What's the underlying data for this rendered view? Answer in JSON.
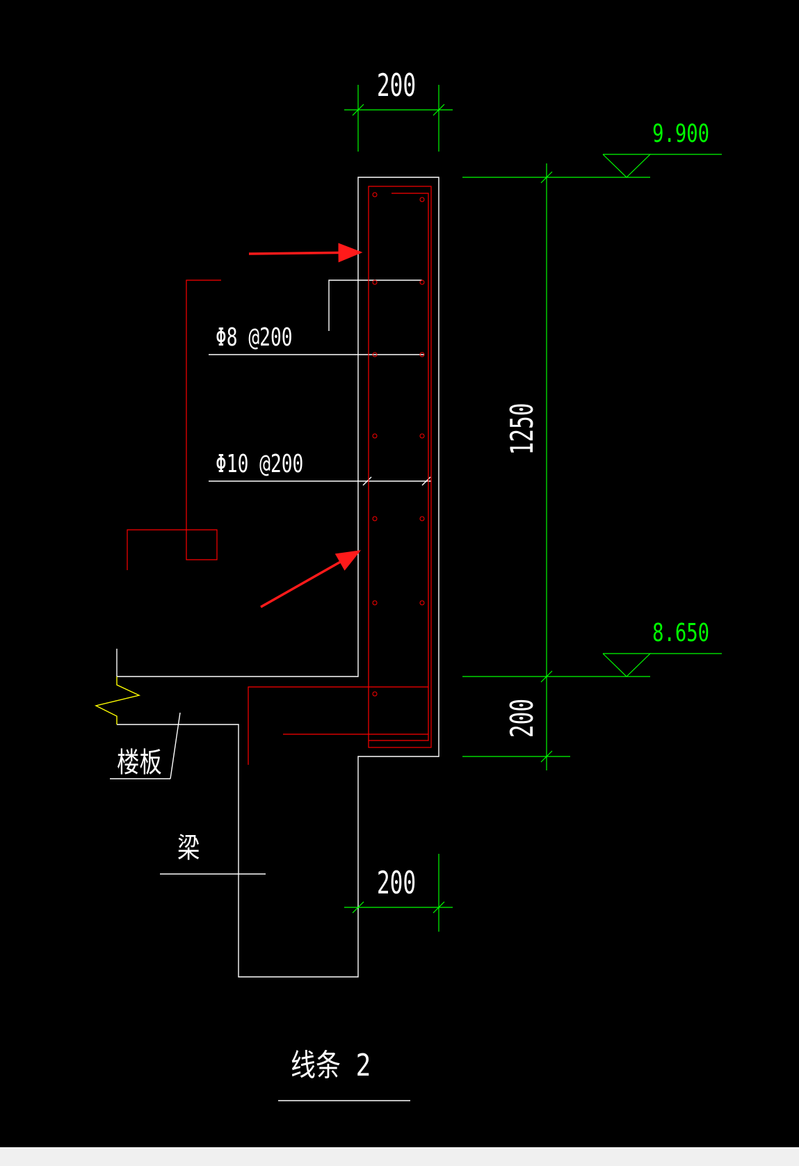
{
  "colors": {
    "background": "#000000",
    "outline": "#ffffff",
    "rebar": "#ff0000",
    "dimension": "#00ff00",
    "breakline": "#ffff00",
    "arrow": "#ff1a1a"
  },
  "dimensions": {
    "top_width": "200",
    "height_main": "1250",
    "height_bottom": "200",
    "bottom_width": "200"
  },
  "elevations": {
    "top": "9.900",
    "bottom": "8.650"
  },
  "rebar_labels": {
    "stirrup": "Φ8 @200",
    "distribution": "Φ10 @200"
  },
  "labels": {
    "slab": "楼板",
    "beam": "梁",
    "drawing_title": "线条 2"
  }
}
